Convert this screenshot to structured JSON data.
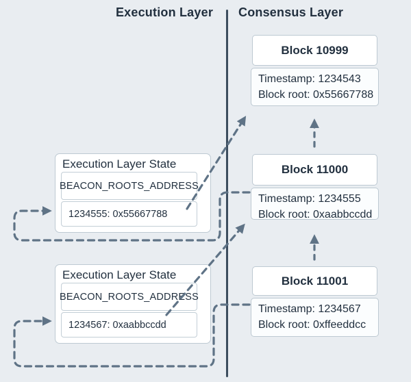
{
  "header": {
    "execution_label": "Execution Layer",
    "consensus_label": "Consensus Layer"
  },
  "execution_state_boxes": [
    {
      "title": "Execution Layer State",
      "contract": "BEACON_ROOTS_ADDRESS",
      "storage_entry": "1234555: 0x55667788"
    },
    {
      "title": "Execution Layer State",
      "contract": "BEACON_ROOTS_ADDRESS",
      "storage_entry": "1234567: 0xaabbccdd"
    }
  ],
  "consensus_blocks": [
    {
      "title": "Block 10999",
      "timestamp_line": "Timestamp: 1234543",
      "block_root_line": "Block root: 0x55667788"
    },
    {
      "title": "Block 11000",
      "timestamp_line": "Timestamp: 1234555",
      "block_root_line": "Block root: 0xaabbccdd"
    },
    {
      "title": "Block 11001",
      "timestamp_line": "Timestamp: 1234567",
      "block_root_line": "Block root: 0xffeeddcc"
    }
  ],
  "arrows": {
    "loop_block11000_to_state1": "dashed-loop-arrow",
    "loop_block11001_to_state2": "dashed-loop-arrow",
    "state1_to_block10999": "dashed-diagonal-arrow",
    "state2_to_block11000": "dashed-diagonal-arrow",
    "block11000_to_block10999": "dashed-up-arrow",
    "block11001_to_block11000": "dashed-up-arrow"
  },
  "colors": {
    "background": "#e9edf1",
    "divider": "#3c4d5e",
    "box_border": "#bdc9d2",
    "box_fill": "#ffffff",
    "block_body_fill": "#fbfdfe",
    "text": "#22303f",
    "arrow": "#5f7386"
  }
}
